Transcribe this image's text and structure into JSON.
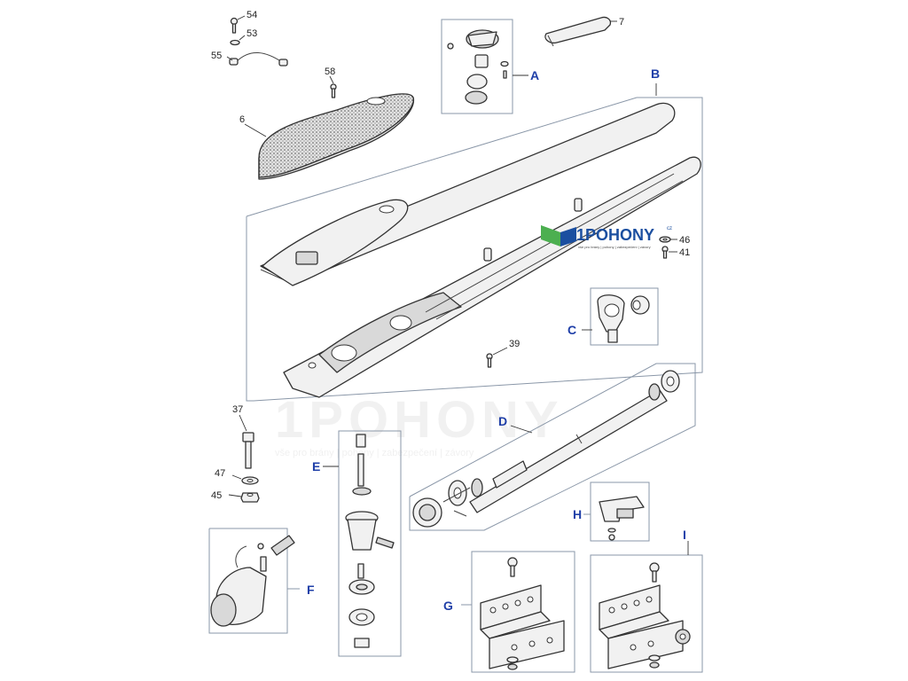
{
  "brand": {
    "logo_name": "1POHONY",
    "logo_tld": "cz",
    "logo_tagline": "vše pro brány | pohony | zabezpečení | závory",
    "watermark_name": "1POHONY",
    "watermark_tagline": "vše pro brány | pohony | zabezpečení | závory",
    "colors": {
      "logo_green": "#4caf50",
      "logo_blue": "#1b4fa0",
      "callout_letter": "#1f3fa8"
    }
  },
  "callouts": {
    "numbers": {
      "n54": "54",
      "n53": "53",
      "n55": "55",
      "n58": "58",
      "n6": "6",
      "n7": "7",
      "n46": "46",
      "n41": "41",
      "n39": "39",
      "n37": "37",
      "n47": "47",
      "n45": "45"
    },
    "groups": {
      "A": "A",
      "B": "B",
      "C": "C",
      "D": "D",
      "E": "E",
      "F": "F",
      "G": "G",
      "H": "H",
      "I": "I"
    }
  }
}
